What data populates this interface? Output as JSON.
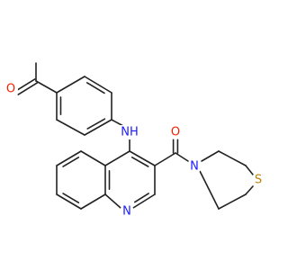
{
  "molecule": {
    "atoms": {
      "ketone_oxygen": {
        "label": "O",
        "color": "#ee2200"
      },
      "amine_nitrogen": {
        "label": "NH",
        "color": "#1a1aff"
      },
      "amide_oxygen": {
        "label": "O",
        "color": "#ee2200"
      },
      "amide_nitrogen": {
        "label": "N",
        "color": "#1a1aff"
      },
      "sulfur": {
        "label": "S",
        "color": "#b8860b"
      },
      "quinoline_nitrogen": {
        "label": "N",
        "color": "#1a1aff"
      }
    },
    "bond_color": "#222222"
  }
}
